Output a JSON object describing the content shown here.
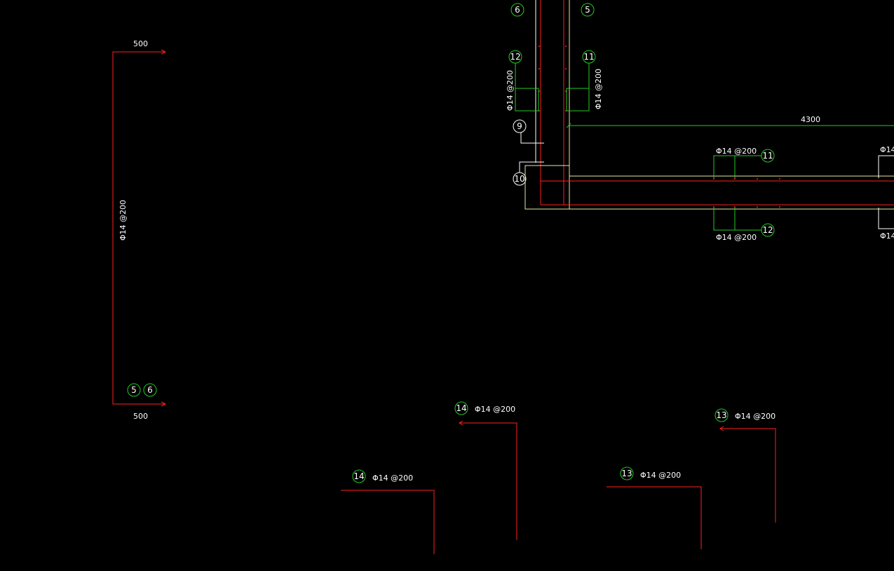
{
  "drawing": {
    "background": "#000000",
    "colors": {
      "rebar": "#ff2020",
      "leader": "#22cc22",
      "concrete": "#e8e8a0",
      "text": "#ffffff"
    },
    "dimensions": {
      "top_bar_length": "500",
      "bottom_bar_length": "500",
      "slab_span": "4300"
    },
    "spec": "Φ14 @200",
    "bubbles": {
      "b5": "5",
      "b6": "6",
      "b11": "11",
      "b12": "12",
      "b9": "9",
      "b10": "10",
      "b13": "13",
      "b14": "14"
    }
  }
}
